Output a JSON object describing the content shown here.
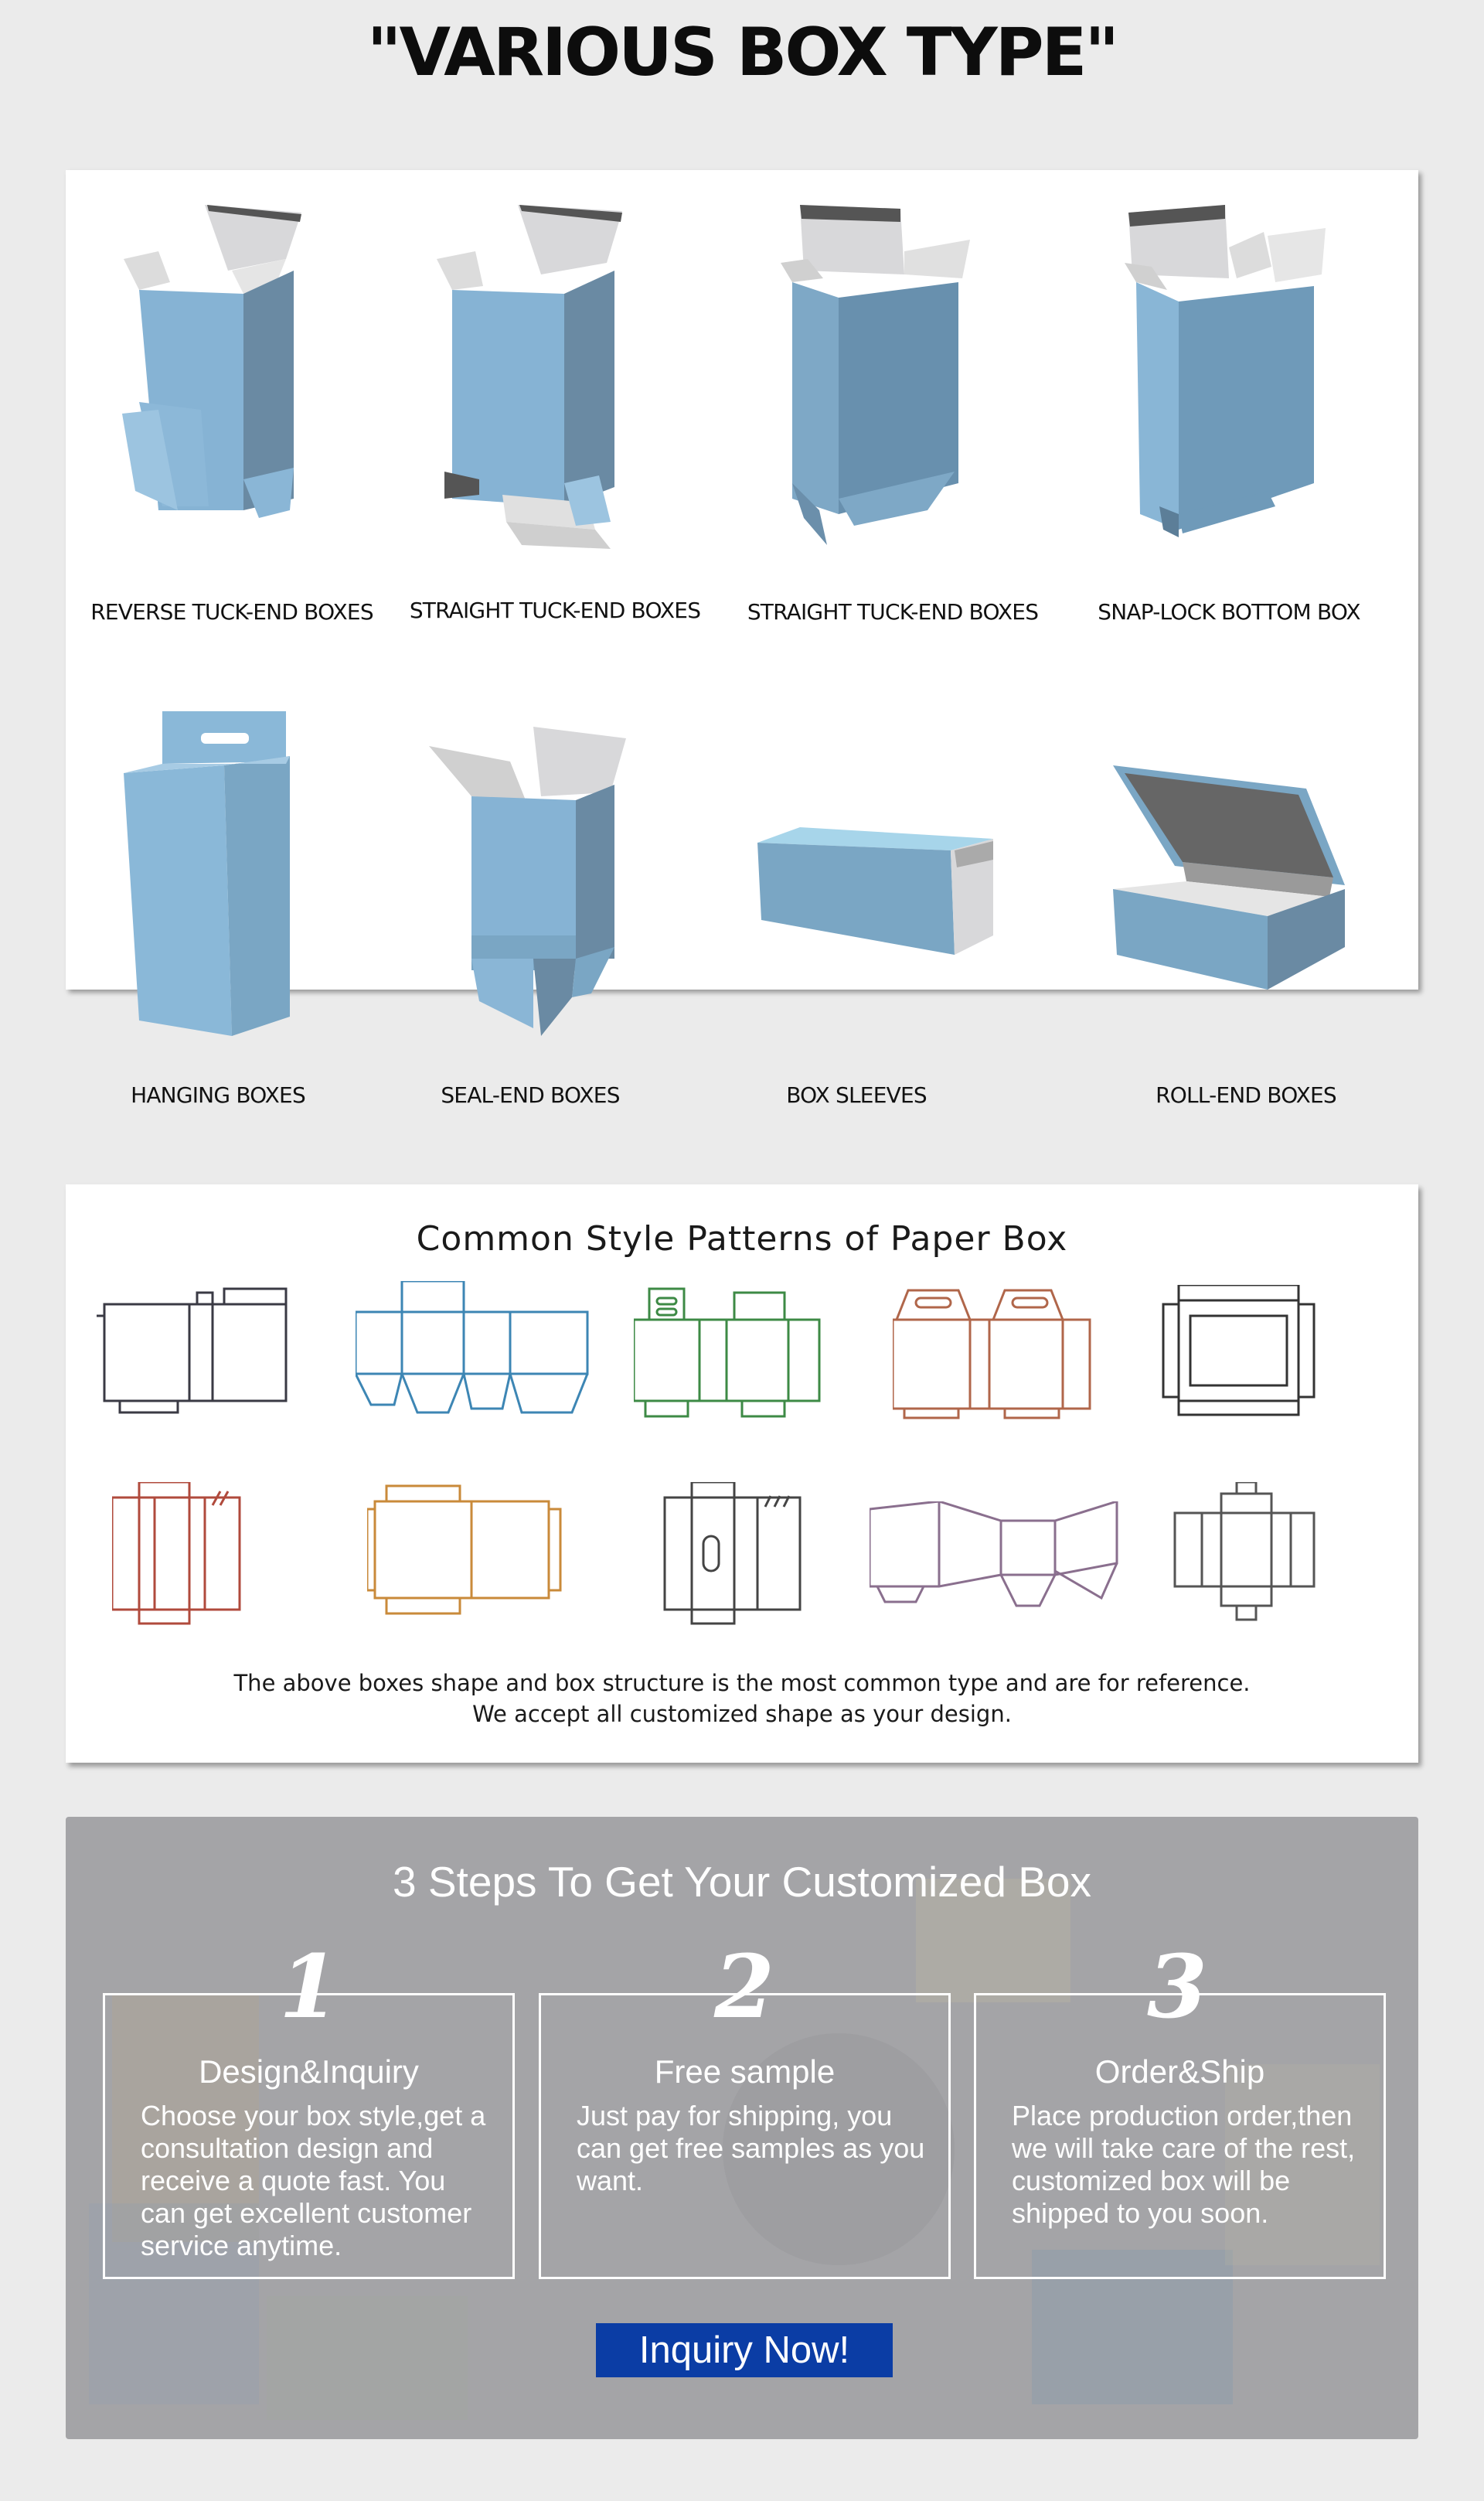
{
  "page": {
    "title": "\"VARIOUS BOX TYPE\""
  },
  "box_types": [
    {
      "label": "REVERSE TUCK-END BOXES",
      "icon": "reverse-tuck-end-box-icon"
    },
    {
      "label": "STRAIGHT TUCK-END BOXES",
      "icon": "straight-tuck-end-box-icon"
    },
    {
      "label": "STRAIGHT TUCK-END BOXES",
      "icon": "straight-tuck-end-box-icon"
    },
    {
      "label": "SNAP-LOCK BOTTOM BOX",
      "icon": "snap-lock-bottom-box-icon"
    },
    {
      "label": "HANGING BOXES",
      "icon": "hanging-box-icon"
    },
    {
      "label": "SEAL-END BOXES",
      "icon": "seal-end-box-icon"
    },
    {
      "label": "BOX SLEEVES",
      "icon": "box-sleeve-icon"
    },
    {
      "label": "ROLL-END BOXES",
      "icon": "roll-end-box-icon"
    }
  ],
  "patterns": {
    "title": "Common Style Patterns of Paper Box",
    "colors": [
      "#3a3a44",
      "#3d86b4",
      "#3d8a45",
      "#b0664a",
      "#333333",
      "#b04a3c",
      "#c98a3a",
      "#444444",
      "#8a6f8e",
      "#555555"
    ],
    "note_line1": "The above boxes shape and box structure is the most common type and are for reference.",
    "note_line2": "We accept all customized shape as your design."
  },
  "steps": {
    "title": "3 Steps To Get Your Customized Box",
    "items": [
      {
        "number": "1",
        "heading": "Design&Inquiry",
        "text": "Choose your box style,get a consultation design and receive a quote fast. You can get excellent customer service anytime."
      },
      {
        "number": "2",
        "heading": "Free sample",
        "text": "Just pay for shipping, you can get free samples as you want."
      },
      {
        "number": "3",
        "heading": "Order&Ship",
        "text": "Place production order,then we will take care of the rest, customized box will be shipped to you soon."
      }
    ],
    "button_label": "Inquiry Now!",
    "button_color": "#0b3da5"
  }
}
